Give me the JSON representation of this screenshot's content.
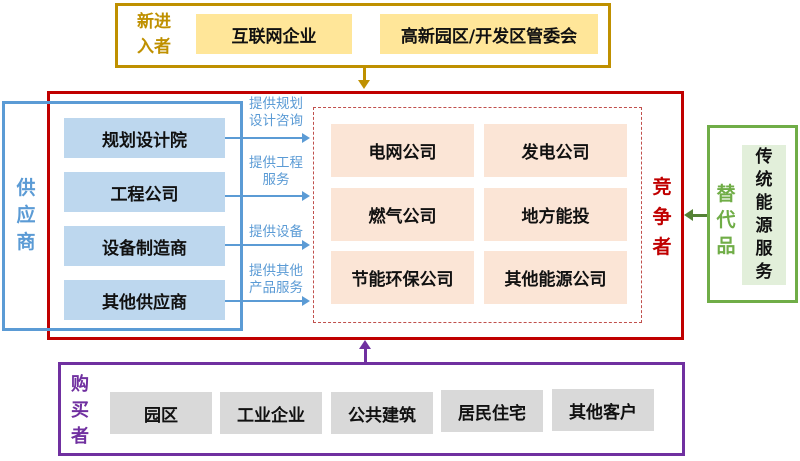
{
  "new_entrants": {
    "label": "新进\n入者",
    "label_line1": "新进",
    "label_line2": "入者",
    "items": [
      "互联网企业",
      "高新园区/开发区管委会"
    ],
    "color": "#BF9000",
    "item_fill": "#FFE699"
  },
  "suppliers": {
    "label": "供应商",
    "label_chars": [
      "供",
      "应",
      "商"
    ],
    "items": [
      "规划设计院",
      "工程公司",
      "设备制造商",
      "其他供应商"
    ],
    "notes": [
      [
        "提供规划",
        "设计咨询"
      ],
      [
        "提供工程",
        "服务"
      ],
      [
        "提供设备"
      ],
      [
        "提供其他",
        "产品服务"
      ]
    ],
    "color": "#5B9BD5",
    "item_fill": "#BDD7EE"
  },
  "competitors": {
    "label": "竞争者",
    "label_chars": [
      "竞",
      "争",
      "者"
    ],
    "items": [
      "电网公司",
      "发电公司",
      "燃气公司",
      "地方能投",
      "节能环保公司",
      "其他能源公司"
    ],
    "color": "#C00000",
    "item_fill": "#FBE5D6"
  },
  "substitutes": {
    "label": "替代品",
    "label_chars": [
      "替",
      "代",
      "品"
    ],
    "item": "传统能源服务",
    "item_chars": [
      "传",
      "统",
      "能",
      "源",
      "服",
      "务"
    ],
    "color": "#70AD47",
    "item_fill": "#E2EFDA"
  },
  "buyers": {
    "label": "购买者",
    "label_chars": [
      "购",
      "买",
      "者"
    ],
    "items": [
      "园区",
      "工业企业",
      "公共建筑",
      "居民住宅",
      "其他客户"
    ],
    "color": "#7030A0",
    "item_fill": "#D9D9D9"
  }
}
